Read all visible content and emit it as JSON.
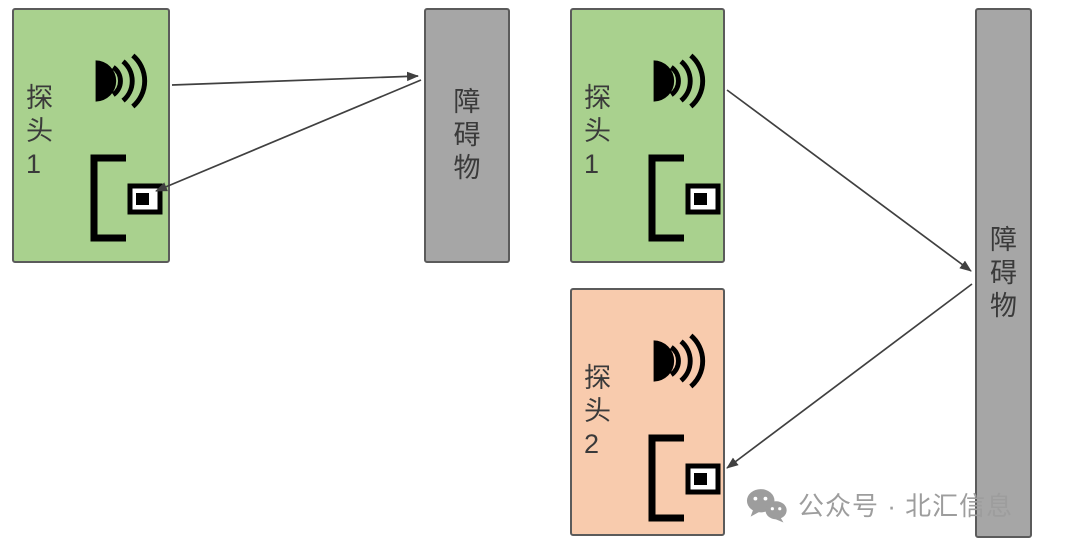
{
  "colors": {
    "probe_green": "#a9d18e",
    "probe_orange": "#f8cbad",
    "obstacle_gray": "#a6a6a6",
    "box_border": "#5b5b5b",
    "arrow": "#404040",
    "text": "#3a3a3a",
    "watermark": "#9d9d9d"
  },
  "left_panel": {
    "probe1_label": "探\n头\n1",
    "obstacle_label": "障\n碍\n物"
  },
  "right_panel": {
    "probe1_label": "探\n头\n1",
    "probe2_label": "探\n头\n2",
    "obstacle_label": "障\n碍\n物"
  },
  "watermark": {
    "text": "公众号 · 北汇信息"
  },
  "icons": {
    "emitter": "ultrasonic-emitter-icon (speaker with sound waves)",
    "receiver": "ultrasonic-receiver-icon (bracket with sensor block)",
    "watermark_logo": "wechat-icon"
  }
}
